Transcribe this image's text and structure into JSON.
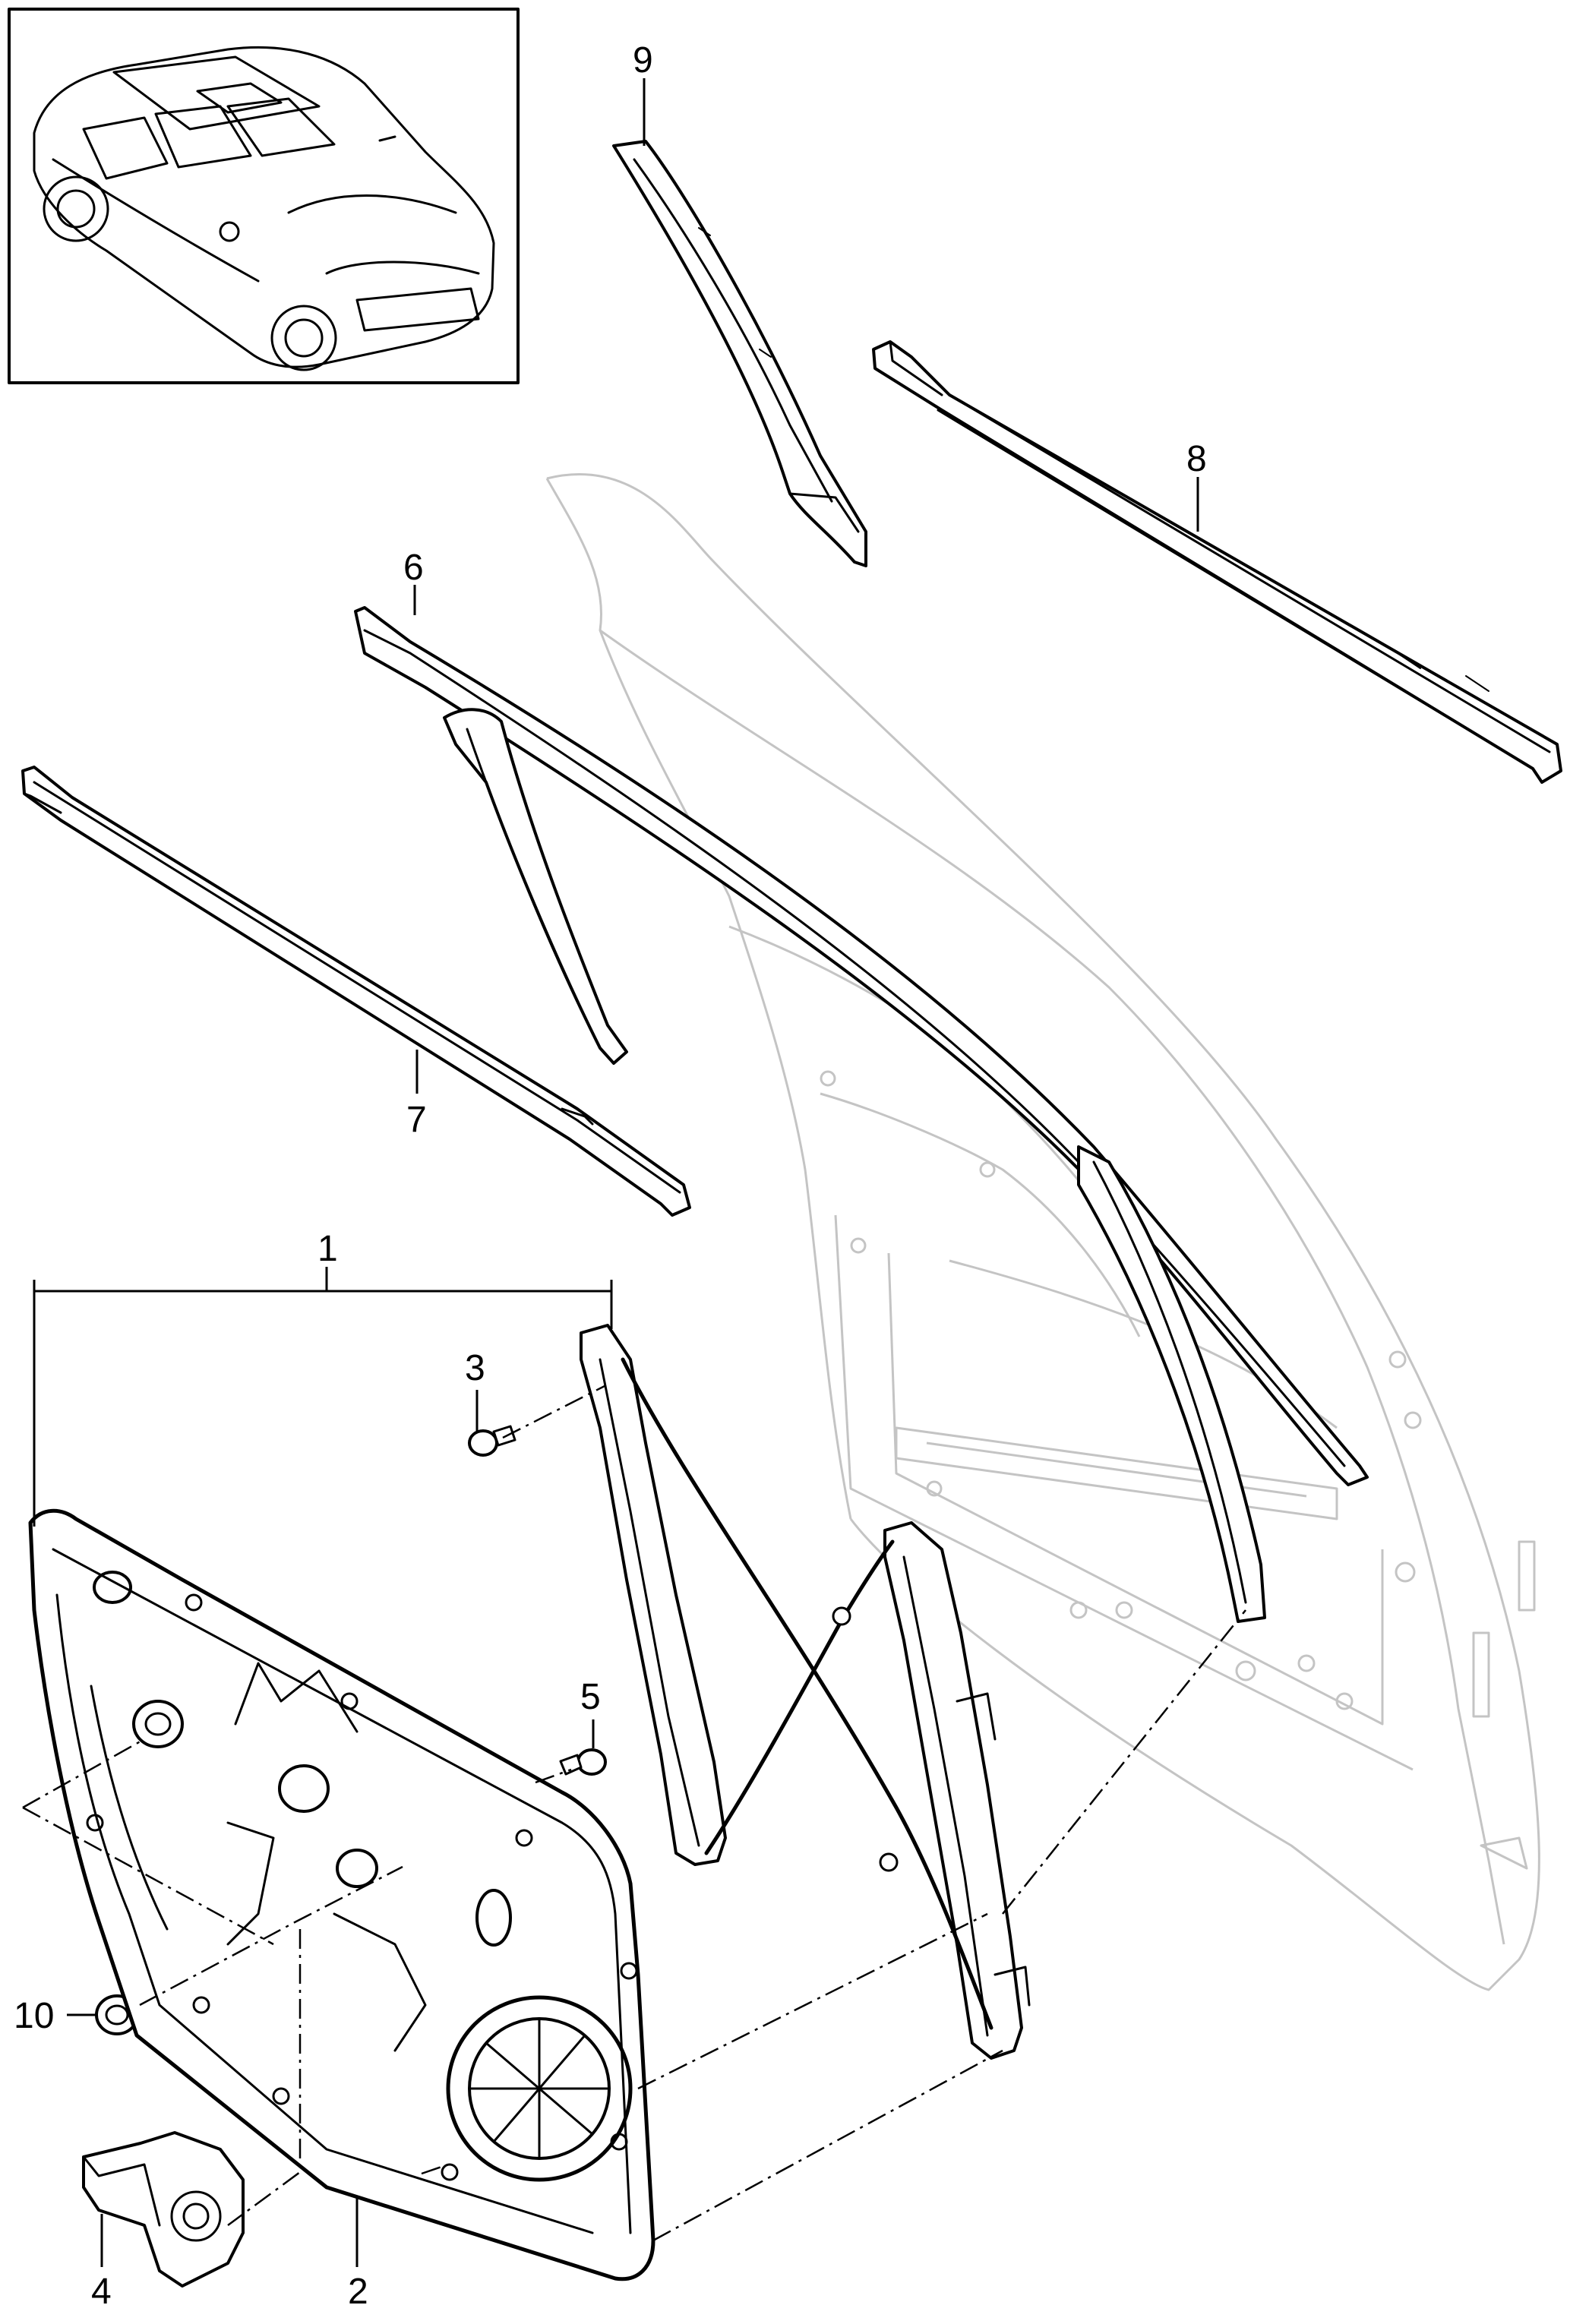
{
  "callouts": {
    "c1": "1",
    "c2": "2",
    "c3": "3",
    "c4": "4",
    "c5": "5",
    "c6": "6",
    "c7": "7",
    "c8": "8",
    "c9": "9",
    "c10": "10"
  },
  "colors": {
    "ink": "#000000",
    "ghost_outline": "#c4c4c4",
    "background": "#ffffff"
  }
}
